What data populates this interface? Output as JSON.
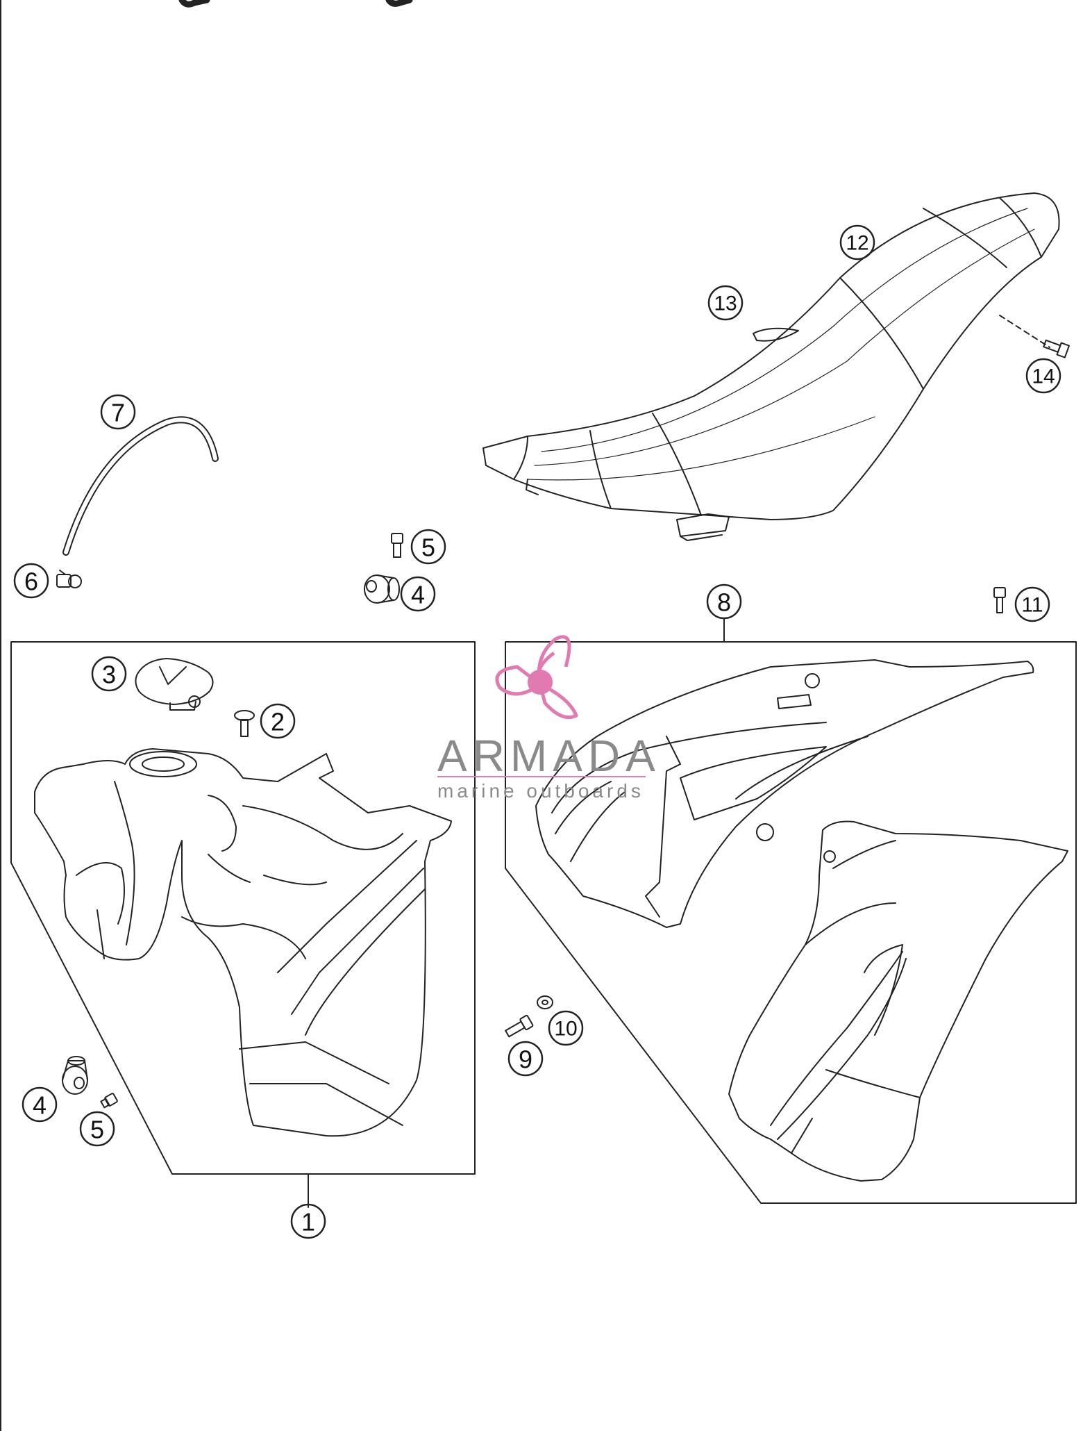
{
  "diagram": {
    "callouts": [
      {
        "id": "c1",
        "label": "1"
      },
      {
        "id": "c2",
        "label": "2"
      },
      {
        "id": "c3",
        "label": "3"
      },
      {
        "id": "c4a",
        "label": "4"
      },
      {
        "id": "c4b",
        "label": "4"
      },
      {
        "id": "c5a",
        "label": "5"
      },
      {
        "id": "c5b",
        "label": "5"
      },
      {
        "id": "c6",
        "label": "6"
      },
      {
        "id": "c7",
        "label": "7"
      },
      {
        "id": "c8",
        "label": "8"
      },
      {
        "id": "c9",
        "label": "9"
      },
      {
        "id": "c10",
        "label": "10"
      },
      {
        "id": "c11",
        "label": "11"
      },
      {
        "id": "c12",
        "label": "12"
      },
      {
        "id": "c13",
        "label": "13"
      },
      {
        "id": "c14",
        "label": "14"
      }
    ]
  },
  "watermark": {
    "title": "ARMADA",
    "subtitle": "marine outboards",
    "accent_color": "#e07ab0"
  }
}
